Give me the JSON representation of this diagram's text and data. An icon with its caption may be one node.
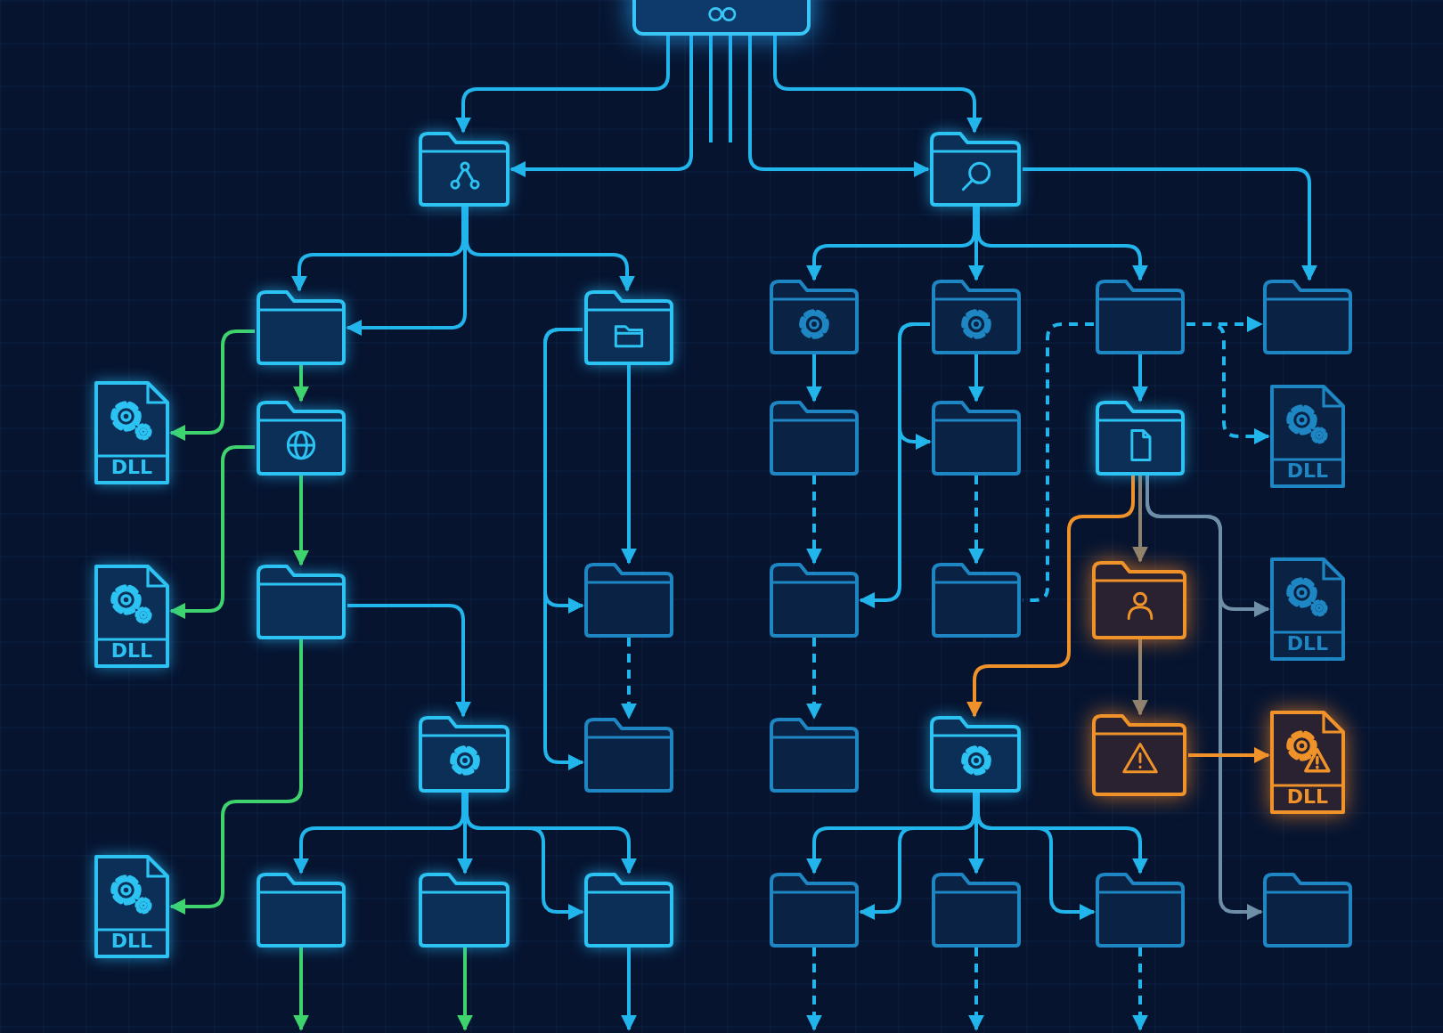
{
  "diagram": {
    "nodes": [
      {
        "text": [],
        "shape": "box"
      },
      {
        "text": [],
        "shape": "folder"
      },
      {
        "text": [],
        "shape": "folder"
      },
      {
        "text": [],
        "shape": "folder"
      },
      {
        "text": [],
        "shape": "folder"
      },
      {
        "text": [],
        "shape": "folder"
      },
      {
        "text": [],
        "shape": "folder"
      },
      {
        "text": [],
        "shape": "folder"
      },
      {
        "text": [],
        "shape": "folder"
      },
      {
        "text": [
          "DLL"
        ]
      },
      {
        "text": [],
        "shape": "folder"
      },
      {
        "text": [],
        "shape": "folder"
      },
      {
        "text": [],
        "shape": "folder"
      },
      {
        "text": [],
        "shape": "folder"
      },
      {
        "text": [
          "DLL"
        ]
      },
      {
        "text": [
          "DLL"
        ]
      },
      {
        "text": [],
        "shape": "folder"
      },
      {
        "text": [],
        "shape": "folder"
      },
      {
        "text": [],
        "shape": "folder"
      },
      {
        "text": [],
        "shape": "folder"
      },
      {
        "text": [],
        "shape": "folder"
      },
      {
        "text": [
          "DLL"
        ]
      },
      {
        "text": [],
        "shape": "folder"
      },
      {
        "text": [],
        "shape": "folder"
      },
      {
        "text": [],
        "shape": "folder"
      },
      {
        "text": [],
        "shape": "folder"
      },
      {
        "text": [],
        "shape": "folder"
      },
      {
        "text": [
          "DLL"
        ]
      },
      {
        "text": [
          "DLL"
        ]
      },
      {
        "text": [],
        "shape": "folder"
      },
      {
        "text": [],
        "shape": "folder"
      },
      {
        "text": [],
        "shape": "folder"
      },
      {
        "text": [],
        "shape": "folder"
      },
      {
        "text": [],
        "shape": "folder"
      },
      {
        "text": [],
        "shape": "folder"
      },
      {
        "text": [],
        "shape": "folder"
      }
    ],
    "edges": [
      {
        "from": 0,
        "to": 1,
        "arrow": "to"
      },
      {
        "from": 0,
        "to": 1,
        "arrow": "to"
      },
      {
        "from": 0,
        "to": 2,
        "arrow": "to"
      },
      {
        "from": 0,
        "to": 2,
        "arrow": "to"
      },
      {
        "from": 0,
        "to": null,
        "arrow": "none"
      },
      {
        "from": 0,
        "to": null,
        "arrow": "none"
      },
      {
        "from": 1,
        "to": 3,
        "arrow": "to"
      },
      {
        "from": 1,
        "to": 3,
        "arrow": "to"
      },
      {
        "from": 1,
        "to": 4,
        "arrow": "to"
      },
      {
        "from": 3,
        "to": 9,
        "arrow": "to",
        "color": "#3fd36e"
      },
      {
        "from": 3,
        "to": 10,
        "arrow": "to",
        "color": "#3fd36e"
      },
      {
        "from": 10,
        "to": 15,
        "arrow": "to",
        "color": "#3fd36e"
      },
      {
        "from": 10,
        "to": 16,
        "arrow": "to",
        "color": "#3fd36e"
      },
      {
        "from": 16,
        "to": 28,
        "arrow": "to",
        "color": "#3fd36e"
      },
      {
        "from": 16,
        "to": 22,
        "arrow": "to"
      },
      {
        "from": 4,
        "to": 17,
        "arrow": "to"
      },
      {
        "from": 4,
        "to": 17,
        "arrow": "to"
      },
      {
        "from": 4,
        "to": 23,
        "arrow": "to"
      },
      {
        "from": 17,
        "to": 23,
        "arrow": "to",
        "style": "dashed"
      },
      {
        "from": 22,
        "to": 29,
        "arrow": "to"
      },
      {
        "from": 22,
        "to": 30,
        "arrow": "to"
      },
      {
        "from": 22,
        "to": 31,
        "arrow": "to"
      },
      {
        "from": 22,
        "to": 31,
        "arrow": "to"
      },
      {
        "from": 29,
        "to": null,
        "arrow": "to",
        "color": "#3fd36e"
      },
      {
        "from": 30,
        "to": null,
        "arrow": "to",
        "color": "#3fd36e"
      },
      {
        "from": 31,
        "to": null,
        "arrow": "to"
      },
      {
        "from": 2,
        "to": 5,
        "arrow": "to"
      },
      {
        "from": 2,
        "to": 6,
        "arrow": "to"
      },
      {
        "from": 2,
        "to": 7,
        "arrow": "to"
      },
      {
        "from": 2,
        "to": 8,
        "arrow": "to"
      },
      {
        "from": 5,
        "to": 11,
        "arrow": "to"
      },
      {
        "from": 6,
        "to": 12,
        "arrow": "to"
      },
      {
        "from": 6,
        "to": 12,
        "arrow": "to"
      },
      {
        "from": 6,
        "to": 18,
        "arrow": "to"
      },
      {
        "from": 7,
        "to": 13,
        "arrow": "to"
      },
      {
        "from": 7,
        "to": 19,
        "arrow": "none",
        "style": "dashed"
      },
      {
        "from": 7,
        "to": 8,
        "arrow": "to",
        "style": "dashed"
      },
      {
        "from": 7,
        "to": 14,
        "arrow": "to",
        "style": "dashed"
      },
      {
        "from": 11,
        "to": 18,
        "arrow": "to",
        "style": "dashed"
      },
      {
        "from": 12,
        "to": 19,
        "arrow": "to",
        "style": "dashed"
      },
      {
        "from": 18,
        "to": 24,
        "arrow": "to",
        "style": "dashed"
      },
      {
        "from": 13,
        "to": 20,
        "arrow": "to",
        "color": "#8c8270"
      },
      {
        "from": 13,
        "to": 25,
        "arrow": "to",
        "color": "#f0922a"
      },
      {
        "from": 13,
        "to": 21,
        "arrow": "to",
        "color": "#6f8ea8"
      },
      {
        "from": 13,
        "to": 35,
        "arrow": "to",
        "color": "#6f8ea8"
      },
      {
        "from": 20,
        "to": 26,
        "arrow": "to",
        "color": "#8c8270"
      },
      {
        "from": 26,
        "to": 27,
        "arrow": "to",
        "color": "#f0922a"
      },
      {
        "from": 25,
        "to": 32,
        "arrow": "to"
      },
      {
        "from": 25,
        "to": 33,
        "arrow": "to"
      },
      {
        "from": 25,
        "to": 34,
        "arrow": "to"
      },
      {
        "from": 25,
        "to": 32,
        "arrow": "to"
      },
      {
        "from": 25,
        "to": 34,
        "arrow": "to"
      },
      {
        "from": 32,
        "to": null,
        "arrow": "to",
        "style": "dashed"
      },
      {
        "from": 33,
        "to": null,
        "arrow": "to",
        "style": "dashed"
      },
      {
        "from": 34,
        "to": null,
        "arrow": "to",
        "style": "dashed"
      }
    ]
  }
}
